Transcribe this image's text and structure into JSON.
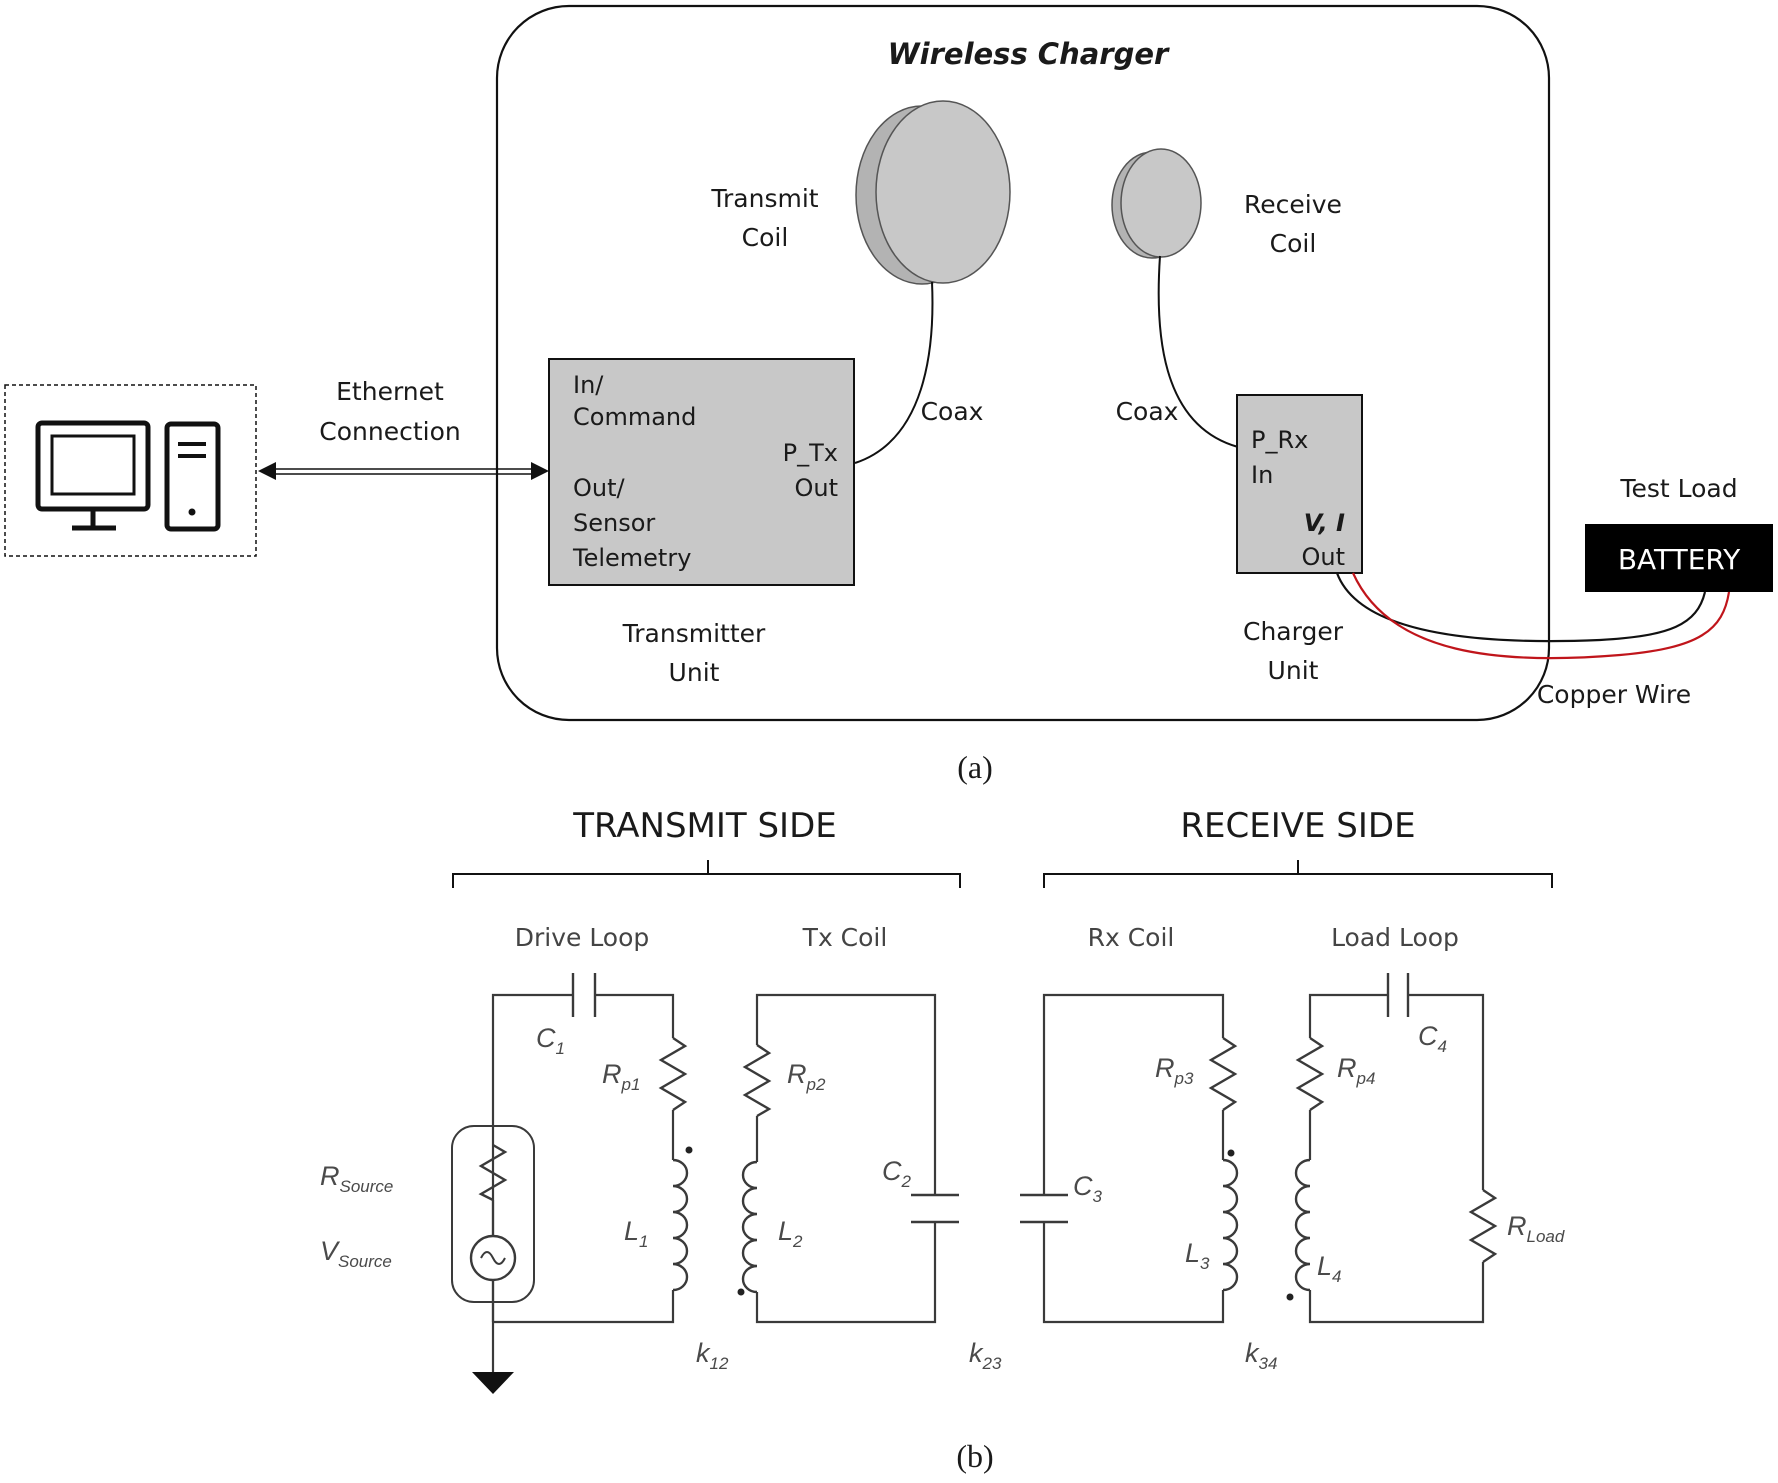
{
  "panel_a": {
    "title": "Wireless Charger",
    "transmit_coil": [
      "Transmit",
      "Coil"
    ],
    "receive_coil": [
      "Receive",
      "Coil"
    ],
    "coax_tx": "Coax",
    "coax_rx": "Coax",
    "ethernet": [
      "Ethernet",
      "Connection"
    ],
    "tx_box": {
      "left": [
        "In/",
        "Command",
        "Out/",
        "Sensor",
        "Telemetry"
      ],
      "right": [
        "P_Tx",
        "Out"
      ]
    },
    "tx_unit": [
      "Transmitter",
      "Unit"
    ],
    "rx_box": [
      "P_Rx",
      "In",
      "V, I",
      "Out"
    ],
    "charger_unit": [
      "Charger",
      "Unit"
    ],
    "test_load": "Test Load",
    "battery": "BATTERY",
    "copper_wire": "Copper Wire",
    "caption": "(a)",
    "colors": {
      "red_wire": "#c0151b",
      "box_fill": "#c8c8c8",
      "battery_fill": "#000000"
    },
    "icons": [
      "monitor-icon",
      "computer-tower-icon"
    ]
  },
  "panel_b": {
    "transmit_side": "TRANSMIT SIDE",
    "receive_side": "RECEIVE SIDE",
    "loops": [
      "Drive Loop",
      "Tx Coil",
      "Rx Coil",
      "Load Loop"
    ],
    "components": {
      "C1": [
        "C",
        "1"
      ],
      "C2": [
        "C",
        "2"
      ],
      "C3": [
        "C",
        "3"
      ],
      "C4": [
        "C",
        "4"
      ],
      "Rp1": [
        "R",
        "p1"
      ],
      "Rp2": [
        "R",
        "p2"
      ],
      "Rp3": [
        "R",
        "p3"
      ],
      "Rp4": [
        "R",
        "p4"
      ],
      "L1": [
        "L",
        "1"
      ],
      "L2": [
        "L",
        "2"
      ],
      "L3": [
        "L",
        "3"
      ],
      "L4": [
        "L",
        "4"
      ],
      "RSource": [
        "R",
        "Source"
      ],
      "VSource": [
        "V",
        "Source"
      ],
      "RLoad": [
        "R",
        "Load"
      ],
      "k12": [
        "k",
        "12"
      ],
      "k23": [
        "k",
        "23"
      ],
      "k34": [
        "k",
        "34"
      ]
    },
    "caption": "(b)"
  }
}
